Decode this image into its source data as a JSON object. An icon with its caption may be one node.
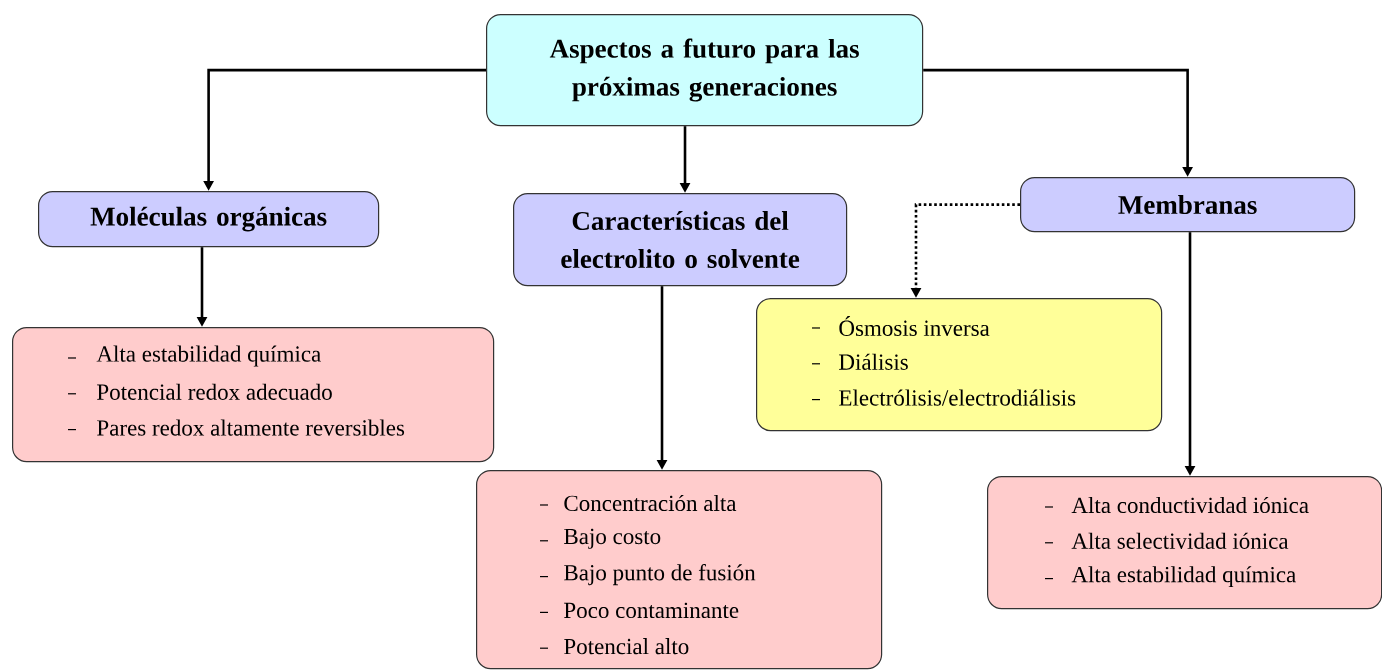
{
  "diagram": {
    "nodes": [
      {
        "text": [
          "Aspectos a futuro para las próximas generaciones"
        ]
      },
      {
        "text": [
          "Moléculas orgánicas"
        ]
      },
      {
        "text": [
          "Características del electrolito o solvente"
        ]
      },
      {
        "text": [
          "Membranas"
        ]
      },
      {
        "text": [
          "Alta estabilidad química",
          "Potencial redox adecuado",
          "Pares redox altamente reversibles"
        ]
      },
      {
        "text": [
          "Concentración alta",
          "Bajo costo",
          "Bajo punto de fusión",
          "Poco contaminante",
          "Potencial alto"
        ]
      },
      {
        "text": [
          "Ósmosis inversa",
          "Diálisis",
          "Electrólisis/electrodiálisis"
        ]
      },
      {
        "text": [
          "Alta conductividad iónica",
          "Alta selectividad iónica",
          "Alta estabilidad química"
        ]
      }
    ],
    "edges": [
      {
        "from": 0,
        "to": 1,
        "arrow": "to"
      },
      {
        "from": 0,
        "to": 2,
        "arrow": "to"
      },
      {
        "from": 0,
        "to": 3,
        "arrow": "to"
      },
      {
        "from": 1,
        "to": 4,
        "arrow": "to"
      },
      {
        "from": 2,
        "to": 5,
        "arrow": "to"
      },
      {
        "from": 3,
        "to": 6,
        "arrow": "to",
        "style": "dashed"
      },
      {
        "from": 3,
        "to": 7,
        "arrow": "to"
      }
    ]
  }
}
